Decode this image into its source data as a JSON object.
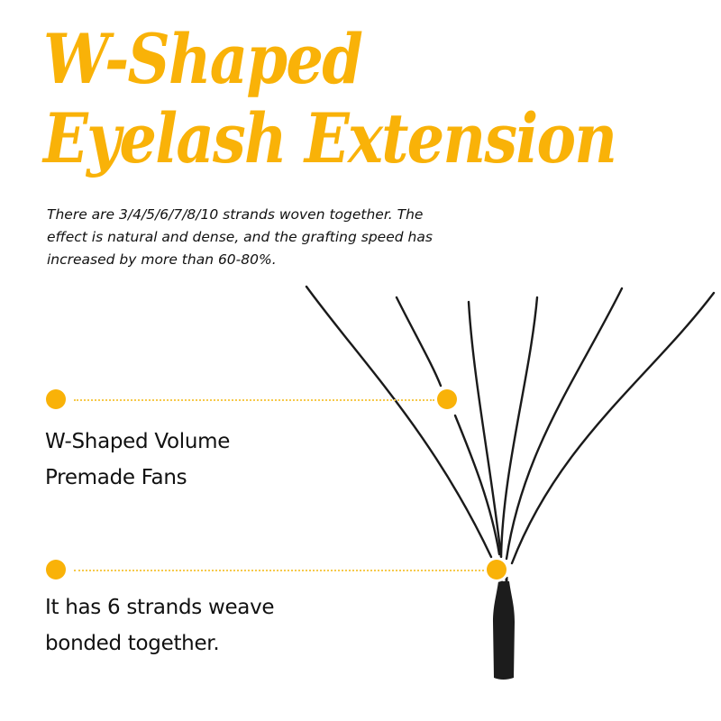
{
  "title": {
    "line1": "W-Shaped",
    "line2": "Eyelash Extension",
    "color": "#F9B208"
  },
  "description": {
    "lines": [
      "There are 3/4/5/6/7/8/10 strands woven together. The",
      "effect is natural and dense, and the grafting speed has",
      "increased by more than 60-80%."
    ]
  },
  "callouts": [
    {
      "lines": [
        "W-Shaped Volume",
        "Premade Fans"
      ]
    },
    {
      "lines": [
        "It has 6 strands weave",
        "bonded together."
      ]
    }
  ],
  "illustration": {
    "name": "eyelash-fan",
    "strand_count": 6,
    "strand_color": "#1a1a1a",
    "dot_color": "#F9B208"
  }
}
